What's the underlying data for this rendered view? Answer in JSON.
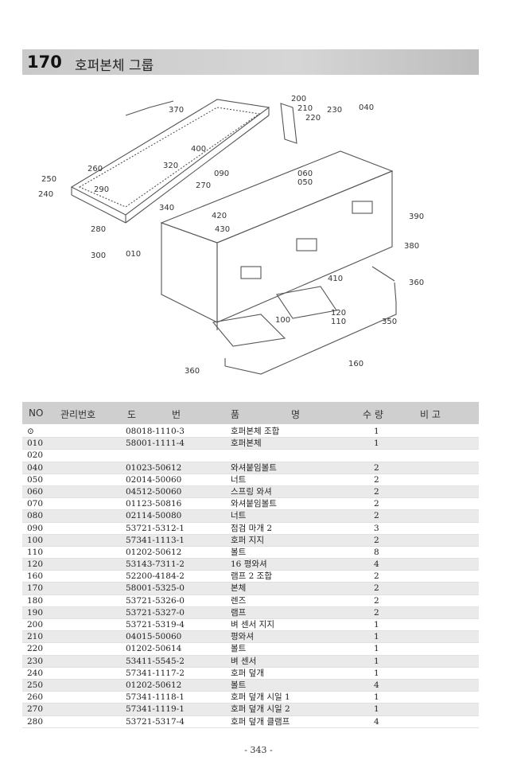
{
  "section": {
    "number": "170",
    "title": "호퍼본체 그룹"
  },
  "diagram": {
    "callouts": [
      "370",
      "200",
      "210",
      "220",
      "230",
      "040",
      "400",
      "320",
      "250",
      "260",
      "290",
      "270",
      "090",
      "060",
      "050",
      "240",
      "340",
      "420",
      "430",
      "280",
      "300",
      "010",
      "390",
      "380",
      "410",
      "360",
      "100",
      "120",
      "110",
      "350",
      "360",
      "160"
    ]
  },
  "table": {
    "headers": {
      "no": "NO",
      "code": "관리번호",
      "drawing_1": "도",
      "drawing_2": "번",
      "name_1": "품",
      "name_2": "명",
      "qty": "수 량",
      "note": "비  고"
    },
    "rows": [
      {
        "no": "⊙",
        "code": "08018-1110-3",
        "name": "호퍼본체 조합",
        "qty": "1"
      },
      {
        "no": "010",
        "code": "58001-1111-4",
        "name": "호퍼본체",
        "qty": "1"
      },
      {
        "no": "020",
        "code": "",
        "name": "",
        "qty": ""
      },
      {
        "no": "040",
        "code": "01023-50612",
        "name": "와셔붙임볼트",
        "qty": "2"
      },
      {
        "no": "050",
        "code": "02014-50060",
        "name": "너트",
        "qty": "2"
      },
      {
        "no": "060",
        "code": "04512-50060",
        "name": "스프링 와셔",
        "qty": "2"
      },
      {
        "no": "070",
        "code": "01123-50816",
        "name": "와셔붙임볼트",
        "qty": "2"
      },
      {
        "no": "080",
        "code": "02114-50080",
        "name": "너트",
        "qty": "2"
      },
      {
        "no": "090",
        "code": "53721-5312-1",
        "name": "점검 마개 2",
        "qty": "3"
      },
      {
        "no": "100",
        "code": "57341-1113-1",
        "name": "호퍼 지지",
        "qty": "2"
      },
      {
        "no": "110",
        "code": "01202-50612",
        "name": "볼트",
        "qty": "8"
      },
      {
        "no": "120",
        "code": "53143-7311-2",
        "name": "16 평와셔",
        "qty": "4"
      },
      {
        "no": "160",
        "code": "52200-4184-2",
        "name": "램프 2 조합",
        "qty": "2"
      },
      {
        "no": "170",
        "code": "58001-5325-0",
        "name": "본체",
        "qty": "2"
      },
      {
        "no": "180",
        "code": "53721-5326-0",
        "name": "렌즈",
        "qty": "2"
      },
      {
        "no": "190",
        "code": "53721-5327-0",
        "name": "램프",
        "qty": "2"
      },
      {
        "no": "200",
        "code": "53721-5319-4",
        "name": "벼 센서 지지",
        "qty": "1"
      },
      {
        "no": "210",
        "code": "04015-50060",
        "name": "평와셔",
        "qty": "1"
      },
      {
        "no": "220",
        "code": "01202-50614",
        "name": "볼트",
        "qty": "1"
      },
      {
        "no": "230",
        "code": "53411-5545-2",
        "name": "벼 센서",
        "qty": "1"
      },
      {
        "no": "240",
        "code": "57341-1117-2",
        "name": "호퍼 덮개",
        "qty": "1"
      },
      {
        "no": "250",
        "code": "01202-50612",
        "name": "볼트",
        "qty": "4"
      },
      {
        "no": "260",
        "code": "57341-1118-1",
        "name": "호퍼 덮개 시일 1",
        "qty": "1"
      },
      {
        "no": "270",
        "code": "57341-1119-1",
        "name": "호퍼 덮개 시일 2",
        "qty": "1"
      },
      {
        "no": "280",
        "code": "53721-5317-4",
        "name": "호퍼 덮개 클램프",
        "qty": "4"
      }
    ]
  },
  "footer": {
    "page": "- 343 -"
  }
}
